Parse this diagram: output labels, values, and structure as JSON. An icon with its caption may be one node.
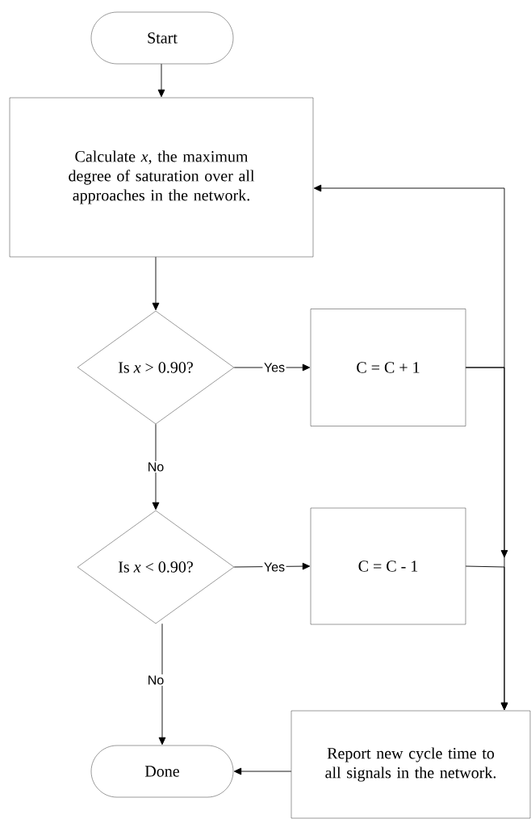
{
  "diagram": {
    "nodes": [
      {
        "text": [
          "Start"
        ]
      },
      {
        "text": [
          "Calculate *x*, the maximum degree of saturation over all approaches in the network."
        ]
      },
      {
        "text": [
          "Is *x* > 0.90?"
        ]
      },
      {
        "text": [
          "C = C + 1"
        ]
      },
      {
        "text": [
          "Is *x* < 0.90?"
        ]
      },
      {
        "text": [
          "C = C - 1"
        ]
      },
      {
        "text": [
          "Done"
        ]
      },
      {
        "text": [
          "Report new cycle time to all signals in the network."
        ]
      }
    ],
    "edges": [
      {
        "from": 0,
        "to": 1,
        "arrow": "to"
      },
      {
        "from": 1,
        "to": 2,
        "arrow": "to"
      },
      {
        "from": 2,
        "to": 3,
        "arrow": "to",
        "label": "Yes"
      },
      {
        "from": 2,
        "to": 4,
        "arrow": "to",
        "label": "No"
      },
      {
        "from": 3,
        "to": 1,
        "arrow": "to"
      },
      {
        "from": 4,
        "to": 5,
        "arrow": "to",
        "label": "Yes"
      },
      {
        "from": 4,
        "to": 6,
        "arrow": "to",
        "label": "No"
      },
      {
        "from": 3,
        "to": 7,
        "arrow": "to"
      },
      {
        "from": 5,
        "to": 7,
        "arrow": "to"
      },
      {
        "from": 7,
        "to": 6,
        "arrow": "to"
      }
    ]
  }
}
